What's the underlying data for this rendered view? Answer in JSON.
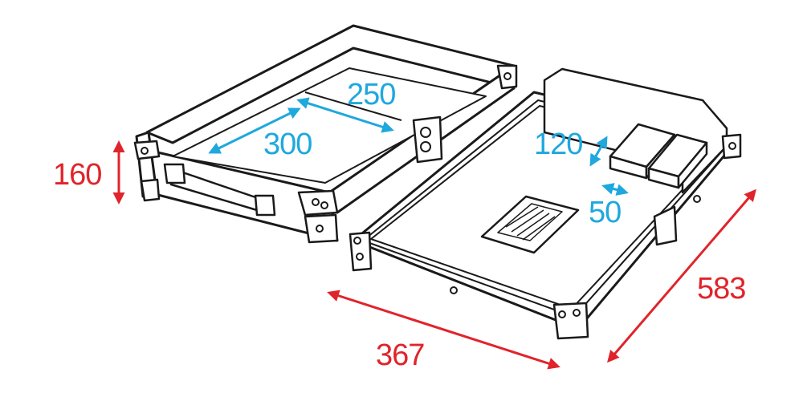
{
  "dimensions": {
    "height": "160",
    "length": "300",
    "width": "250",
    "lid_depth": "120",
    "lid_width": "50",
    "case_width": "367",
    "case_length": "583"
  },
  "colors": {
    "outer_dimension": "#e0242b",
    "inner_dimension": "#1fa8dd",
    "outline": "#1a1a1a"
  }
}
